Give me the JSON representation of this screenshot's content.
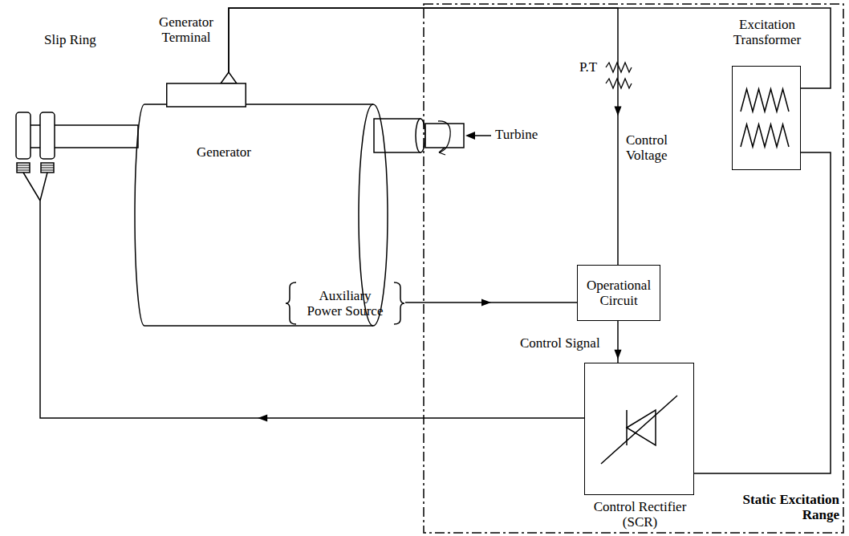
{
  "diagram": {
    "nodes": [
      {
        "text": [
          "Slip Ring"
        ]
      },
      {
        "text": [
          "Generator Terminal"
        ]
      },
      {
        "text": [
          "Generator"
        ]
      },
      {
        "text": [
          "Auxiliary Power Source"
        ]
      },
      {
        "text": [
          "Static Excitation Range"
        ]
      },
      {
        "text": [
          "Excitation Transformer"
        ],
        "in": 4
      },
      {
        "text": [
          "Operational Circuit"
        ],
        "in": 4
      },
      {
        "text": [
          "Control Rectifier (SCR)"
        ],
        "in": 4
      }
    ],
    "edges": [
      {
        "from": 1,
        "to": 5,
        "arrow": "none"
      },
      {
        "from": 1,
        "to": 6,
        "label": "Control Voltage",
        "arrow": "to"
      },
      {
        "from": 3,
        "to": 6,
        "arrow": "to"
      },
      {
        "from": 6,
        "to": 7,
        "label": "Control Signal",
        "arrow": "to"
      },
      {
        "from": 5,
        "to": 7,
        "arrow": "none"
      },
      {
        "from": 7,
        "to": 0,
        "arrow": "to"
      }
    ],
    "labels": [
      "P.T",
      "Turbine"
    ]
  }
}
